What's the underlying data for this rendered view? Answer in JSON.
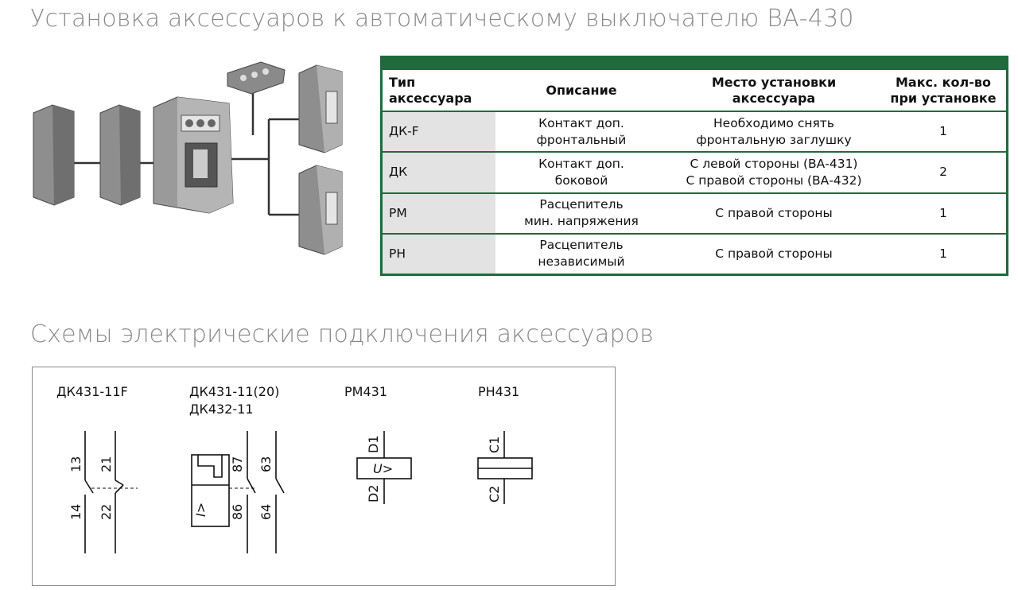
{
  "title": "Установка аксессуаров к автоматическому выключателю ВА-430",
  "subtitle": "Схемы электрические подключения аксессуаров",
  "table": {
    "headers": {
      "type": [
        "Тип",
        "аксессуара"
      ],
      "description": "Описание",
      "location": [
        "Место установки",
        "аксессуара"
      ],
      "max": [
        "Макс. кол-во",
        "при установке"
      ]
    },
    "rows": [
      {
        "type": "ДК-F",
        "description": [
          "Контакт доп.",
          "фронтальный"
        ],
        "location": [
          "Необходимо снять",
          "фронтальную заглушку"
        ],
        "max": "1"
      },
      {
        "type": "ДК",
        "description": [
          "Контакт доп.",
          "боковой"
        ],
        "location": [
          "С левой стороны (ВА-431)",
          "С правой стороны (ВА-432)"
        ],
        "max": "2"
      },
      {
        "type": "РМ",
        "description": [
          "Расцепитель",
          "мин. напряжения"
        ],
        "location": [
          "С правой стороны"
        ],
        "max": "1"
      },
      {
        "type": "РН",
        "description": [
          "Расцепитель",
          "независимый"
        ],
        "location": [
          "С правой стороны"
        ],
        "max": "1"
      }
    ]
  },
  "schemes": {
    "dk431_11f": {
      "label": "ДК431-11F",
      "t13": "13",
      "t14": "14",
      "t21": "21",
      "t22": "22"
    },
    "dk431_11_20": {
      "label1": "ДК431-11(20)",
      "label2": "ДК432-11",
      "t87": "87",
      "t86": "86",
      "t63": "63",
      "t64": "64",
      "coil": "I>"
    },
    "rm431": {
      "label": "РМ431",
      "d1": "D1",
      "d2": "D2",
      "coil": "U>"
    },
    "rn431": {
      "label": "РН431",
      "c1": "C1",
      "c2": "C2"
    }
  },
  "colors": {
    "accent": "#1f6b3e",
    "heading": "#8a8a8a",
    "type_cell": "#e3e3e3"
  }
}
